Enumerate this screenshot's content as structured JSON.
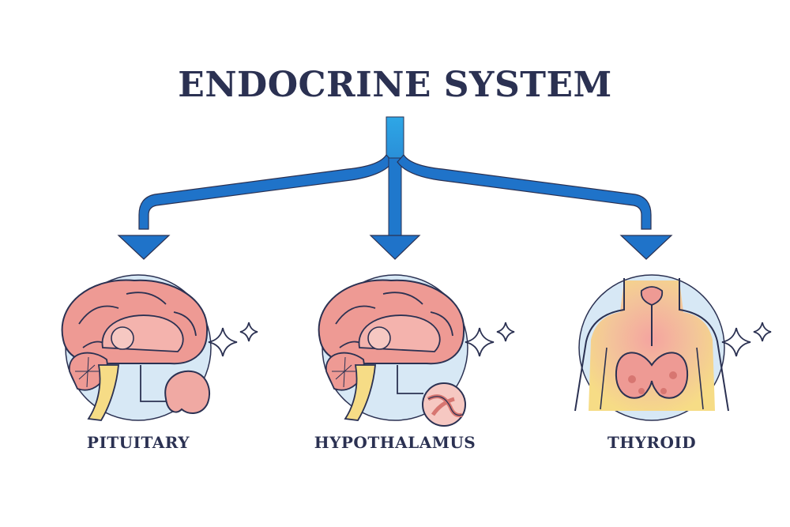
{
  "title": "ENDOCRINE SYSTEM",
  "nodes": [
    {
      "label": "PITUITARY",
      "icon": "brain-pituitary-icon"
    },
    {
      "label": "HYPOTHALAMUS",
      "icon": "brain-hypothalamus-icon"
    },
    {
      "label": "THYROID",
      "icon": "thyroid-torso-icon"
    }
  ],
  "colors": {
    "title": "#2b3152",
    "arrow_light": "#2ea7e6",
    "arrow_dark": "#1f73c9",
    "outline": "#2b3152",
    "brain": "#ee9a94",
    "brain_dark": "#d77671",
    "backdrop": "#d7e8f5",
    "torso_glow": "#f6dc86"
  }
}
